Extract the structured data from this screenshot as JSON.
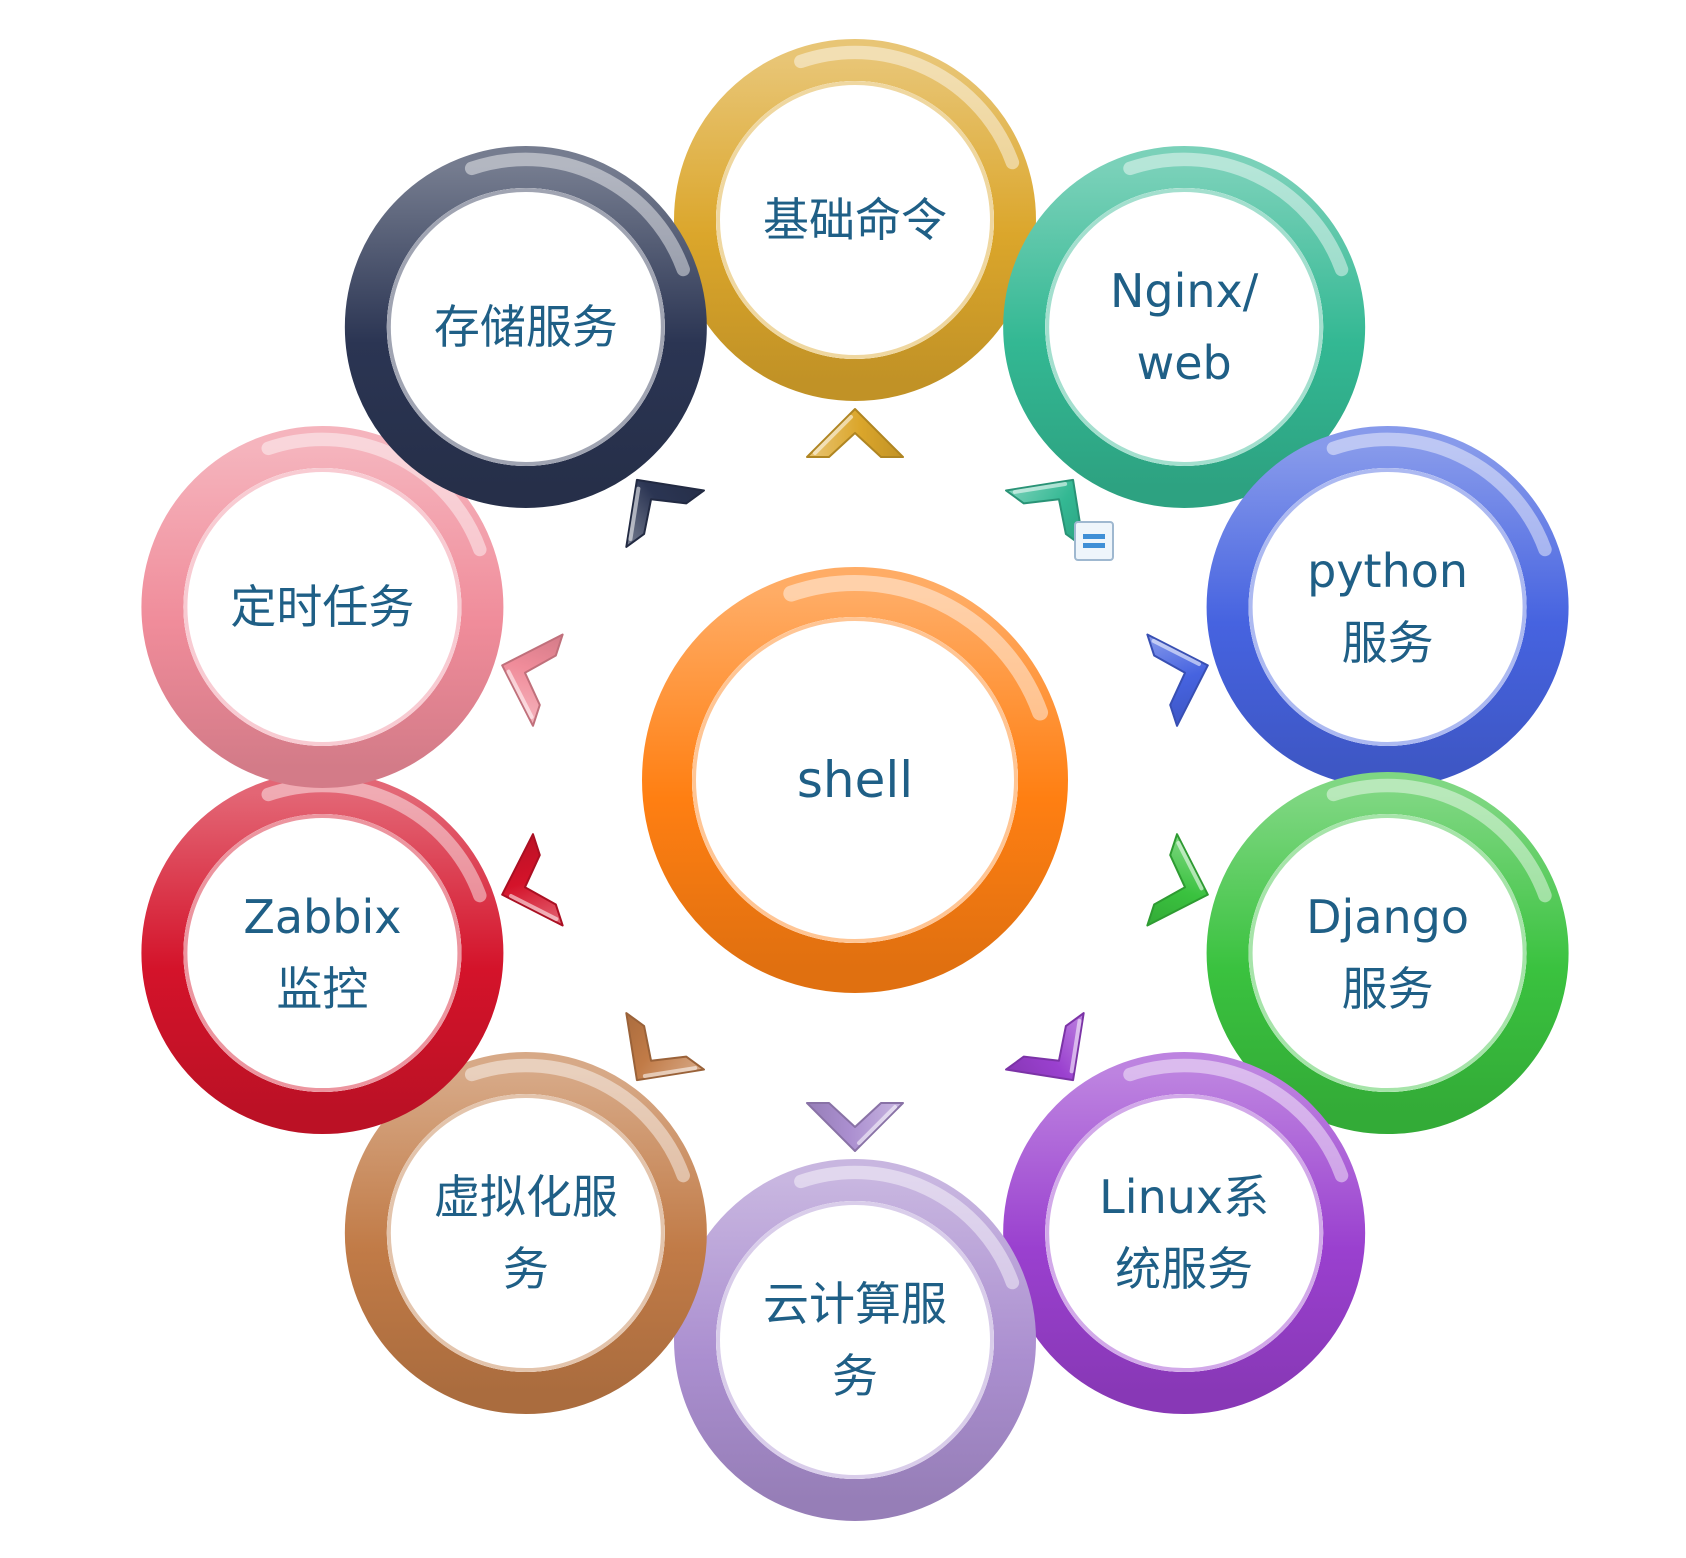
{
  "center": {
    "label": [
      "shell"
    ],
    "color": "#ff7f12"
  },
  "nodes": [
    {
      "id": "basic-commands",
      "label": [
        "基础命令"
      ],
      "color": "#dba62b"
    },
    {
      "id": "nginx-web",
      "label": [
        "Nginx/",
        "web"
      ],
      "color": "#33b893"
    },
    {
      "id": "python-service",
      "label": [
        "python",
        "服务"
      ],
      "color": "#4663e0"
    },
    {
      "id": "django-service",
      "label": [
        "Django",
        "服务"
      ],
      "color": "#3ac23f"
    },
    {
      "id": "linux-service",
      "label": [
        "Linux系",
        "统服务"
      ],
      "color": "#9a40cf"
    },
    {
      "id": "cloud-service",
      "label": [
        "云计算服",
        "务"
      ],
      "color": "#ab8fd0"
    },
    {
      "id": "virtualization",
      "label": [
        "虚拟化服",
        "务"
      ],
      "color": "#c17b47"
    },
    {
      "id": "zabbix-monitor",
      "label": [
        "Zabbix",
        "监控"
      ],
      "color": "#d4132a"
    },
    {
      "id": "cron-tasks",
      "label": [
        "定时任务"
      ],
      "color": "#f08c9a"
    },
    {
      "id": "storage-service",
      "label": [
        "存储服务"
      ],
      "color": "#2b3553"
    }
  ],
  "note_icon": "note-icon"
}
